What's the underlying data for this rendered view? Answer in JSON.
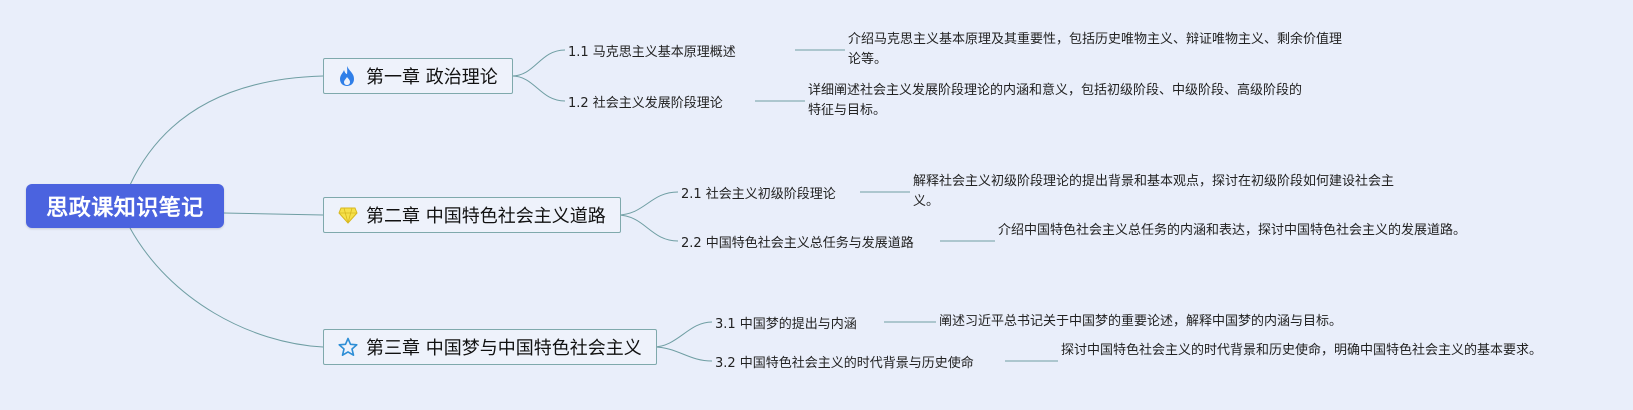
{
  "root": {
    "title": "思政课知识笔记"
  },
  "chapters": [
    {
      "icon": "flame-icon",
      "title": "第一章 政治理论",
      "sections": [
        {
          "label": "1.1 马克思主义基本原理概述",
          "desc": "介绍马克思主义基本原理及其重要性，包括历史唯物主义、辩证唯物主义、剩余价值理论等。"
        },
        {
          "label": "1.2 社会主义发展阶段理论",
          "desc": "详细阐述社会主义发展阶段理论的内涵和意义，包括初级阶段、中级阶段、高级阶段的特征与目标。"
        }
      ]
    },
    {
      "icon": "gem-icon",
      "title": "第二章 中国特色社会主义道路",
      "sections": [
        {
          "label": "2.1 社会主义初级阶段理论",
          "desc": "解释社会主义初级阶段理论的提出背景和基本观点，探讨在初级阶段如何建设社会主义。"
        },
        {
          "label": "2.2 中国特色社会主义总任务与发展道路",
          "desc": "介绍中国特色社会主义总任务的内涵和表达，探讨中国特色社会主义的发展道路。"
        }
      ]
    },
    {
      "icon": "star-icon",
      "title": "第三章 中国梦与中国特色社会主义",
      "sections": [
        {
          "label": "3.1 中国梦的提出与内涵",
          "desc": "阐述习近平总书记关于中国梦的重要论述，解释中国梦的内涵与目标。"
        },
        {
          "label": "3.2 中国特色社会主义的时代背景与历史使命",
          "desc": "探讨中国特色社会主义的时代背景和历史使命，明确中国特色社会主义的基本要求。"
        }
      ]
    }
  ],
  "colors": {
    "root_bg": "#4b63df",
    "line": "#6f9ea3",
    "chapter_border": "#7fa9ac",
    "background": "#e9eefa"
  }
}
